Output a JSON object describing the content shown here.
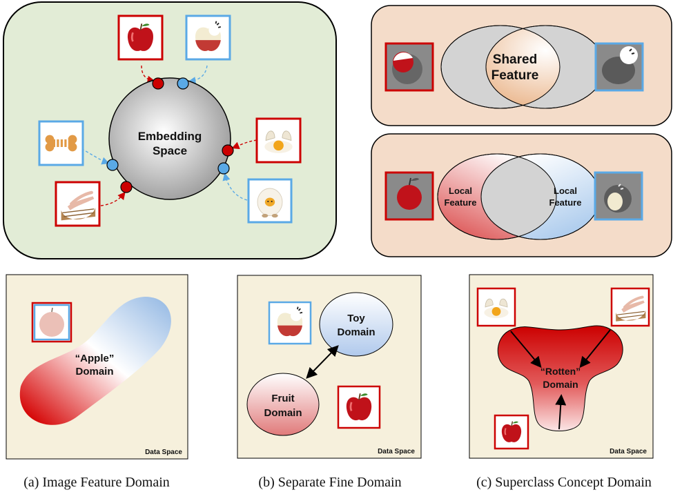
{
  "colors": {
    "red": "#cc0000",
    "blue": "#5aa9e6",
    "panel_green": "#e2ecd6",
    "panel_peach": "#f4dcc9",
    "data_space_bg": "#f6f0dc",
    "embedding_gray": "#b8b8b8"
  },
  "top_left": {
    "circle_label_line1": "Embedding",
    "circle_label_line2": "Space",
    "images": [
      {
        "icon": "red-apple-icon",
        "border": "red"
      },
      {
        "icon": "bitten-toy-apple-icon",
        "border": "blue"
      },
      {
        "icon": "cracked-egg-icon",
        "border": "red"
      },
      {
        "icon": "egg-plush-toy-icon",
        "border": "blue"
      },
      {
        "icon": "bone-toy-icon",
        "border": "blue"
      },
      {
        "icon": "chicken-feet-basket-icon",
        "border": "red"
      }
    ]
  },
  "top_right_upper": {
    "overlap_line1": "Shared",
    "overlap_line2": "Feature"
  },
  "top_right_lower": {
    "left_line1": "Local",
    "left_line2": "Feature",
    "right_line1": "Local",
    "right_line2": "Feature"
  },
  "panel_a": {
    "domain_line1": "“Apple”",
    "domain_line2": "Domain",
    "corner": "Data Space",
    "caption": "(a) Image Feature Domain"
  },
  "panel_b": {
    "toy_line1": "Toy",
    "toy_line2": "Domain",
    "fruit_line1": "Fruit",
    "fruit_line2": "Domain",
    "corner": "Data Space",
    "caption": "(b) Separate Fine Domain"
  },
  "panel_c": {
    "domain_line1": "“Rotten”",
    "domain_line2": "Domain",
    "corner": "Data Space",
    "caption": "(c) Superclass Concept Domain"
  }
}
